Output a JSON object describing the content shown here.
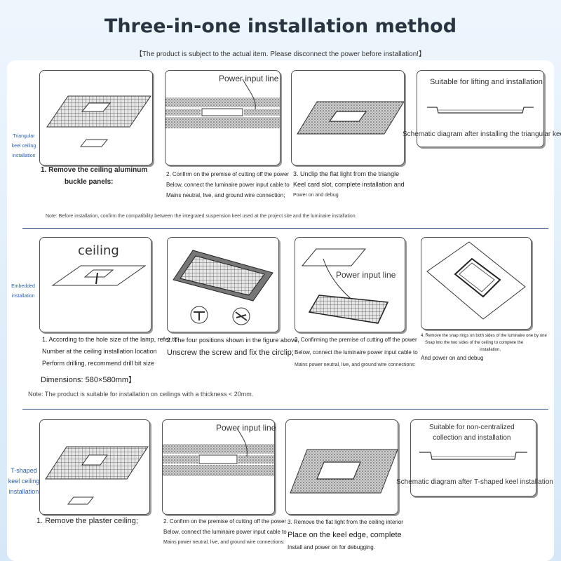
{
  "title": "Three-in-one installation method",
  "subtitle": "【The product is subject to the actual item. Please disconnect the power before installation!】",
  "row1": {
    "label": [
      "Triangular",
      "keel ceiling",
      "installation"
    ],
    "panel2_label": "Power input line",
    "panel4_label": "Suitable for lifting and installation",
    "panel4_caption": "Schematic diagram after installing the triangular keel",
    "step1": [
      "1. Remove the ceiling aluminum",
      "buckle panels:"
    ],
    "step2": [
      "2. Confirm on the premise of cutting off the power",
      "Below, connect the luminaire power input cable to",
      "Mains neutral, live, and ground wire connection;"
    ],
    "step3": [
      "3. Unclip the flat light from the triangle",
      "Keel card slot, complete installation and",
      "Power on and debug"
    ],
    "note": "Note: Before installation, confirm the compatibility between the integrated suspension keel used at the project site and the luminaire installation."
  },
  "row2": {
    "label": [
      "Embedded",
      "installation"
    ],
    "panel1_label": "ceiling",
    "panel3_label": "Power input line",
    "step1": [
      "1. According to the hole size of the lamp, refer to",
      "Number at the ceiling installation location",
      "Perform drilling, recommend drill bit size"
    ],
    "dimensions": "Dimensions: 580×580mm】",
    "step2": [
      "2. The four positions shown in the figure above,",
      "Unscrew the screw and fix the circlip;"
    ],
    "step3": [
      "3. Confirming the premise of cutting off the power",
      "Below, connect the luminaire power input cable to",
      "Mains power neutral, live, and ground wire connections:"
    ],
    "step4": [
      "4. Remove the snap rings on both sides of the luminaire one by one",
      "Snap into the two sides of the ceiling to complete the",
      "installation,",
      "And power on and debug"
    ],
    "note": "Note: The product is suitable for installation on ceilings with a thickness < 20mm."
  },
  "row3": {
    "label": [
      "T-shaped",
      "keel ceiling",
      "installation"
    ],
    "panel2_label": "Power input line",
    "panel4_label": [
      "Suitable for non-centralized",
      "collection and installation"
    ],
    "panel4_caption": "Schematic diagram after T-shaped keel installation",
    "step1": [
      "1. Remove the plaster ceiling;"
    ],
    "step2": [
      "2. Confirm on the premise of cutting off the power",
      "Below, connect the luminaire power input cable to",
      "Mains power neutral, live, and ground wire connections:"
    ],
    "step3": [
      "3. Remove the flat light from the ceiling interior",
      "Place on the keel edge, complete",
      "Install and power on for debugging."
    ]
  },
  "colors": {
    "row_label": "#2c5fa8",
    "rule": "#2d4f7c",
    "title": "#2a3440"
  }
}
